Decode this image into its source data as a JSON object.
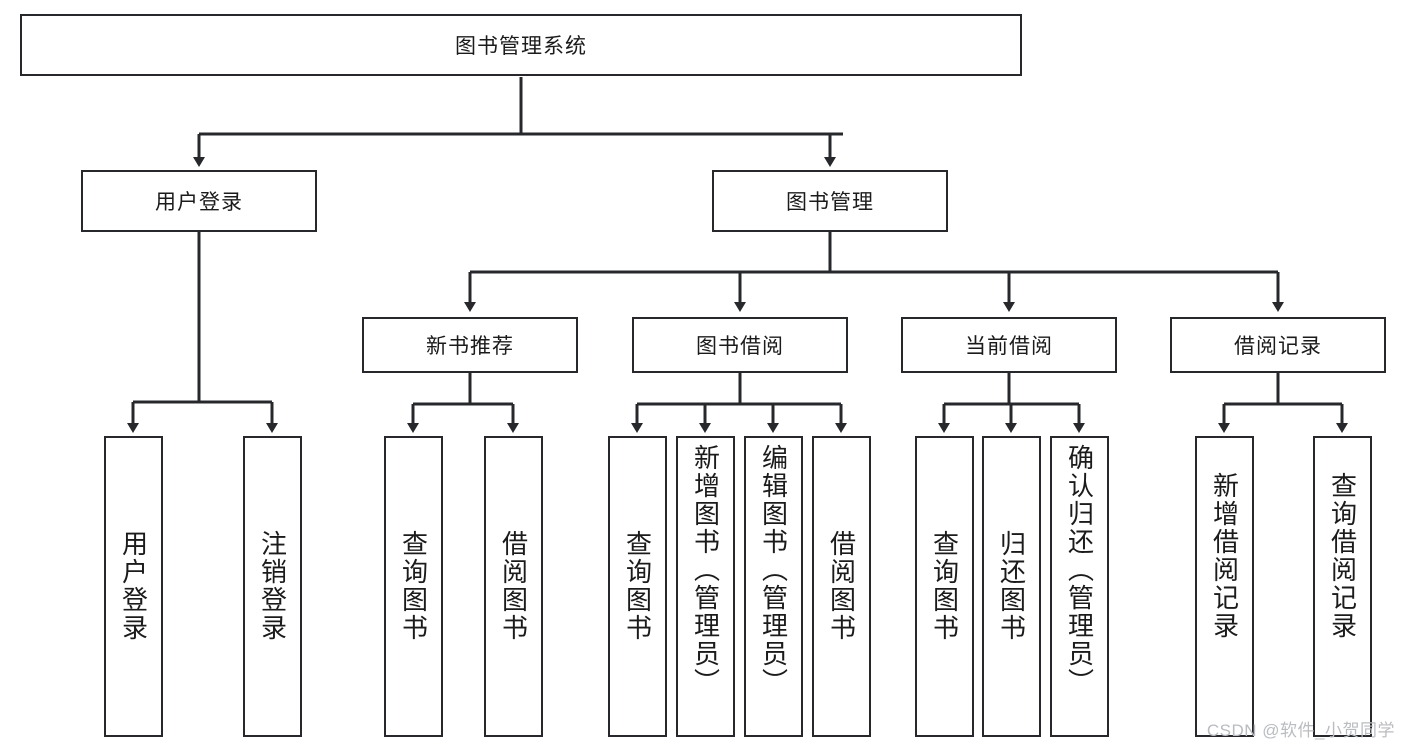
{
  "diagram": {
    "title": "图书管理系统",
    "type": "hierarchy-tree",
    "root": {
      "label": "图书管理系统"
    },
    "level2": [
      {
        "label": "用户登录"
      },
      {
        "label": "图书管理"
      }
    ],
    "level3": [
      {
        "label": "新书推荐"
      },
      {
        "label": "图书借阅"
      },
      {
        "label": "当前借阅"
      },
      {
        "label": "借阅记录"
      }
    ],
    "leaves": {
      "user_login": [
        {
          "label": "用户登录"
        },
        {
          "label": "注销登录"
        }
      ],
      "new_book_recommend": [
        {
          "label": "查询图书"
        },
        {
          "label": "借阅图书"
        }
      ],
      "book_borrow": [
        {
          "label": "查询图书"
        },
        {
          "label": "新增图书（管理员）"
        },
        {
          "label": "编辑图书（管理员）"
        },
        {
          "label": "借阅图书"
        }
      ],
      "current_borrow": [
        {
          "label": "查询图书"
        },
        {
          "label": "归还图书"
        },
        {
          "label": "确认归还（管理员）"
        }
      ],
      "borrow_records": [
        {
          "label": "新增借阅记录"
        },
        {
          "label": "查询借阅记录"
        }
      ]
    }
  },
  "watermark": {
    "text": "CSDN @软件_小贺同学"
  },
  "colors": {
    "stroke": "#26282b",
    "background": "#ffffff",
    "text": "#1b1b1b",
    "watermark": "#b9bcc0"
  }
}
